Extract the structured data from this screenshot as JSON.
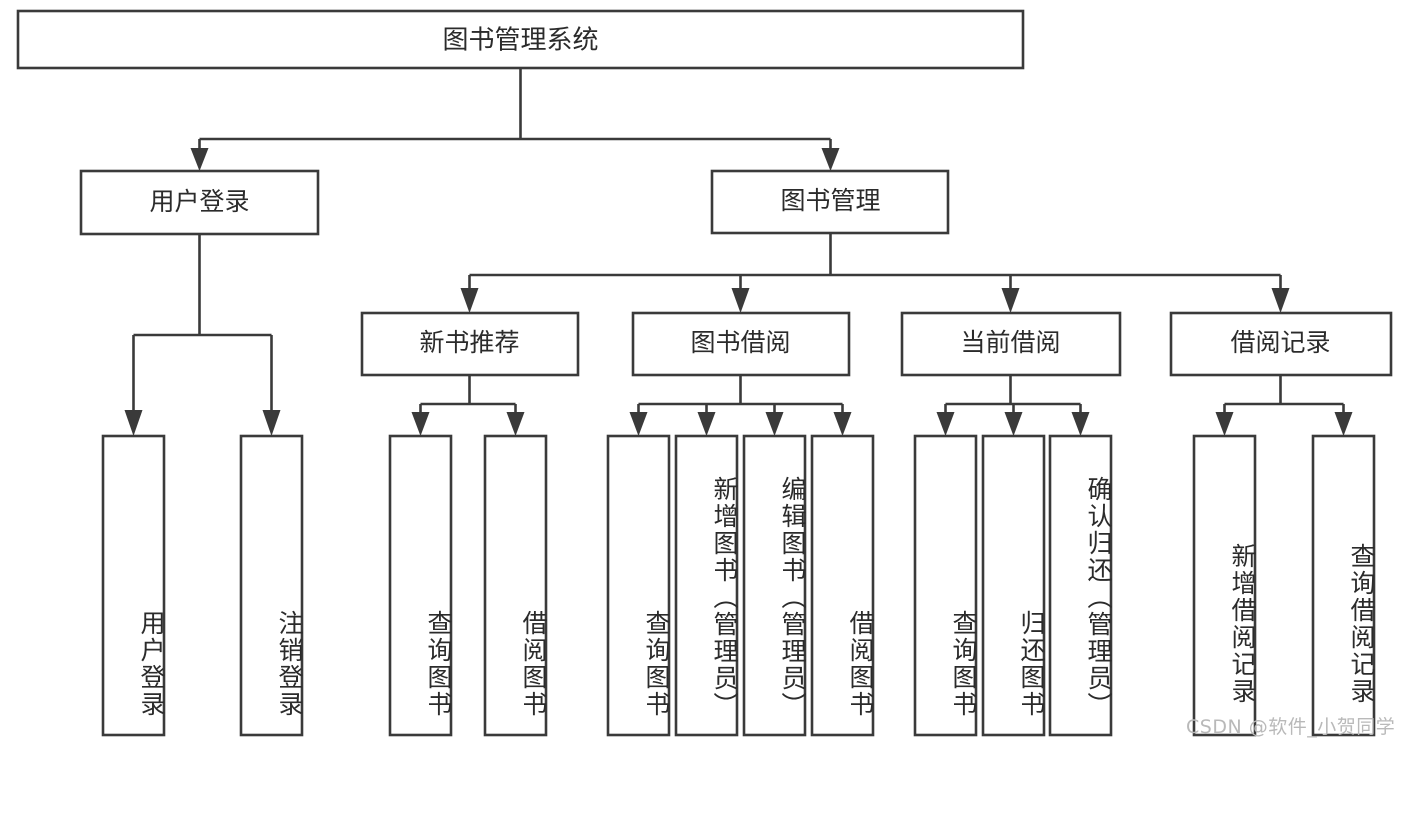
{
  "diagram": {
    "type": "hierarchy-tree",
    "title": "图书管理系统",
    "watermark": "CSDN @软件_小贺同学",
    "colors": {
      "stroke": "#3a3a3a",
      "box_fill": "#ffffff",
      "text": "#2b2b2b",
      "background": "#ffffff",
      "watermark": "#b9b9b9"
    },
    "root": {
      "label": "图书管理系统"
    },
    "level1": [
      {
        "label": "用户登录"
      },
      {
        "label": "图书管理"
      }
    ],
    "level2": [
      {
        "label": "新书推荐",
        "parent": "图书管理"
      },
      {
        "label": "图书借阅",
        "parent": "图书管理"
      },
      {
        "label": "当前借阅",
        "parent": "图书管理"
      },
      {
        "label": "借阅记录",
        "parent": "图书管理"
      }
    ],
    "leaves": {
      "用户登录": [
        "用户登录",
        "注销登录"
      ],
      "新书推荐": [
        "查询图书",
        "借阅图书"
      ],
      "图书借阅": [
        "查询图书",
        "新增图书（管理员）",
        "编辑图书（管理员）",
        "借阅图书"
      ],
      "当前借阅": [
        "查询图书",
        "归还图书",
        "确认归还（管理员）"
      ],
      "借阅记录": [
        "新增借阅记录",
        "查询借阅记录"
      ]
    }
  }
}
